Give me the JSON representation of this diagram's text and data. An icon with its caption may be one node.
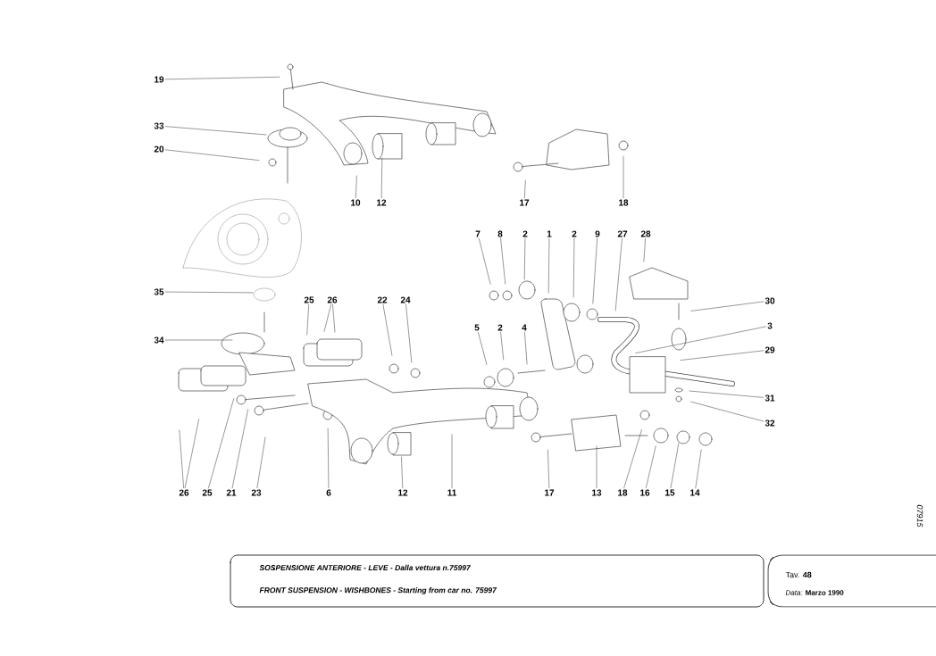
{
  "diagram": {
    "nodes": [
      {
        "text": [
          "19"
        ]
      },
      {
        "text": [
          "33"
        ]
      },
      {
        "text": [
          "20"
        ]
      },
      {
        "text": [
          "10"
        ]
      },
      {
        "text": [
          "12"
        ]
      },
      {
        "text": [
          "17"
        ]
      },
      {
        "text": [
          "18"
        ]
      },
      {
        "text": [
          "7"
        ]
      },
      {
        "text": [
          "8"
        ]
      },
      {
        "text": [
          "2"
        ]
      },
      {
        "text": [
          "1"
        ]
      },
      {
        "text": [
          "2"
        ]
      },
      {
        "text": [
          "9"
        ]
      },
      {
        "text": [
          "27"
        ]
      },
      {
        "text": [
          "28"
        ]
      },
      {
        "text": [
          "35"
        ]
      },
      {
        "text": [
          "25"
        ]
      },
      {
        "text": [
          "26"
        ]
      },
      {
        "text": [
          "22"
        ]
      },
      {
        "text": [
          "24"
        ]
      },
      {
        "text": [
          "30"
        ]
      },
      {
        "text": [
          "5"
        ]
      },
      {
        "text": [
          "2"
        ]
      },
      {
        "text": [
          "4"
        ]
      },
      {
        "text": [
          "3"
        ]
      },
      {
        "text": [
          "34"
        ]
      },
      {
        "text": [
          "29"
        ]
      },
      {
        "text": [
          "31"
        ]
      },
      {
        "text": [
          "32"
        ]
      },
      {
        "text": [
          "26"
        ]
      },
      {
        "text": [
          "25"
        ]
      },
      {
        "text": [
          "21"
        ]
      },
      {
        "text": [
          "23"
        ]
      },
      {
        "text": [
          "6"
        ]
      },
      {
        "text": [
          "12"
        ]
      },
      {
        "text": [
          "11"
        ]
      },
      {
        "text": [
          "17"
        ]
      },
      {
        "text": [
          "13"
        ]
      },
      {
        "text": [
          "18"
        ]
      },
      {
        "text": [
          "16"
        ]
      },
      {
        "text": [
          "15"
        ]
      },
      {
        "text": [
          "14"
        ]
      }
    ],
    "edges": [
      {
        "from": 0,
        "to": null,
        "arrow": "none"
      },
      {
        "from": 1,
        "to": null,
        "arrow": "none"
      },
      {
        "from": 2,
        "to": null,
        "arrow": "none"
      },
      {
        "from": 3,
        "to": null,
        "arrow": "none"
      },
      {
        "from": 4,
        "to": null,
        "arrow": "none"
      },
      {
        "from": 5,
        "to": null,
        "arrow": "none"
      },
      {
        "from": 6,
        "to": null,
        "arrow": "none"
      },
      {
        "from": 7,
        "to": null,
        "arrow": "none"
      },
      {
        "from": 8,
        "to": null,
        "arrow": "none"
      },
      {
        "from": 9,
        "to": null,
        "arrow": "none"
      },
      {
        "from": 10,
        "to": null,
        "arrow": "none"
      },
      {
        "from": 11,
        "to": null,
        "arrow": "none"
      },
      {
        "from": 12,
        "to": null,
        "arrow": "none"
      },
      {
        "from": 13,
        "to": null,
        "arrow": "none"
      },
      {
        "from": 14,
        "to": null,
        "arrow": "none"
      },
      {
        "from": 15,
        "to": null,
        "arrow": "none"
      },
      {
        "from": 16,
        "to": null,
        "arrow": "none"
      },
      {
        "from": 17,
        "to": null,
        "arrow": "none"
      },
      {
        "from": 17,
        "to": null,
        "arrow": "none"
      },
      {
        "from": 18,
        "to": null,
        "arrow": "none"
      },
      {
        "from": 19,
        "to": null,
        "arrow": "none"
      },
      {
        "from": 20,
        "to": null,
        "arrow": "none"
      },
      {
        "from": 21,
        "to": null,
        "arrow": "none"
      },
      {
        "from": 22,
        "to": null,
        "arrow": "none"
      },
      {
        "from": 23,
        "to": null,
        "arrow": "none"
      },
      {
        "from": 24,
        "to": null,
        "arrow": "none"
      },
      {
        "from": 25,
        "to": null,
        "arrow": "none"
      },
      {
        "from": 26,
        "to": null,
        "arrow": "none"
      },
      {
        "from": 27,
        "to": null,
        "arrow": "none"
      },
      {
        "from": 28,
        "to": null,
        "arrow": "none"
      },
      {
        "from": 29,
        "to": null,
        "arrow": "none"
      },
      {
        "from": 29,
        "to": null,
        "arrow": "none"
      },
      {
        "from": 30,
        "to": null,
        "arrow": "none"
      },
      {
        "from": 31,
        "to": null,
        "arrow": "none"
      },
      {
        "from": 32,
        "to": null,
        "arrow": "none"
      },
      {
        "from": 33,
        "to": null,
        "arrow": "none"
      },
      {
        "from": 34,
        "to": null,
        "arrow": "none"
      },
      {
        "from": 35,
        "to": null,
        "arrow": "none"
      },
      {
        "from": 36,
        "to": null,
        "arrow": "none"
      },
      {
        "from": 37,
        "to": null,
        "arrow": "none"
      },
      {
        "from": 38,
        "to": null,
        "arrow": "none"
      },
      {
        "from": 39,
        "to": null,
        "arrow": "none"
      },
      {
        "from": 40,
        "to": null,
        "arrow": "none"
      },
      {
        "from": 41,
        "to": null,
        "arrow": "none"
      }
    ],
    "labels": [
      "SOSPENSIONE ANTERIORE - LEVE - Dalla vettura n.75997",
      "FRONT SUSPENSION - WISHBONES - Starting from car no. 75997",
      "Tav. **48**",
      "*Data:* **Marzo 1990**",
      "07915"
    ]
  }
}
